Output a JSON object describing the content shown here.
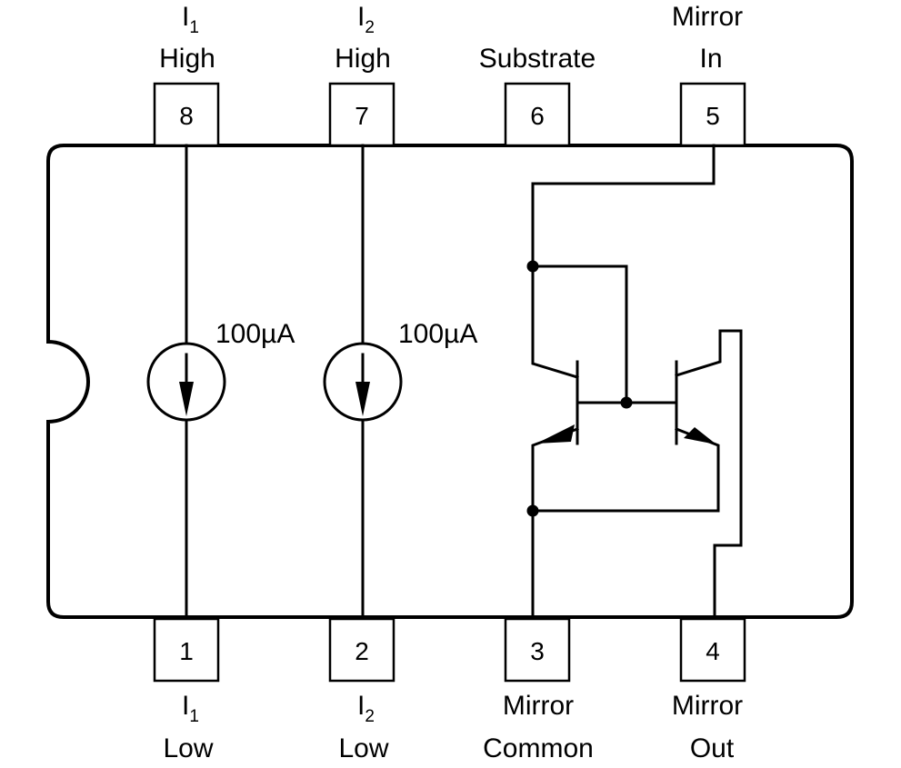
{
  "pins": [
    {
      "number": "8",
      "label_main": "I",
      "label_sub": "1",
      "label_line2": "High"
    },
    {
      "number": "7",
      "label_main": "I",
      "label_sub": "2",
      "label_line2": "High"
    },
    {
      "number": "6",
      "label_line2": "Substrate"
    },
    {
      "number": "5",
      "label_line1": "Mirror",
      "label_line2": "In"
    },
    {
      "number": "1",
      "label_main": "I",
      "label_sub": "1",
      "label_line2": "Low"
    },
    {
      "number": "2",
      "label_main": "I",
      "label_sub": "2",
      "label_line2": "Low"
    },
    {
      "number": "3",
      "label_line1": "Mirror",
      "label_line2": "Common"
    },
    {
      "number": "4",
      "label_line1": "Mirror",
      "label_line2": "Out"
    }
  ],
  "sources": [
    {
      "value": "100µA"
    },
    {
      "value": "100µA"
    }
  ]
}
